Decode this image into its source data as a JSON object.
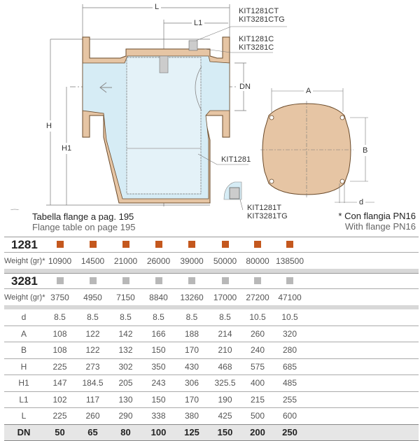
{
  "colors": {
    "bronze": "#e6c5a4",
    "bronze_dark": "#d4ae86",
    "water": "#d6ecf5",
    "model_1281": "#c4581e",
    "model_3281": "#b8b8b8",
    "dn_row_bg": "#e6e6e6"
  },
  "drawing": {
    "dimensions": {
      "L": "L",
      "L1": "L1",
      "DN": "DN",
      "H": "H",
      "H1": "H1",
      "A": "A",
      "B": "B",
      "d": "d"
    },
    "callouts": {
      "kit_ct_1": "KIT1281CT",
      "kit_ct_2": "KIT3281CTG",
      "kit_c_1": "KIT1281C",
      "kit_c_2": "KIT3281C",
      "kit_body": "KIT1281",
      "kit_t_1": "KIT1281T",
      "kit_t_2": "KIT3281TG"
    }
  },
  "notes": {
    "flange_it": "Tabella flange a pag. 195",
    "flange_en": "Flange table on page 195",
    "pn_it": "* Con flangia PN16",
    "pn_en": "With flange PN16"
  },
  "table": {
    "models": [
      {
        "code": "1281",
        "color_key": "model_1281",
        "weight_label": "Weight (gr)*",
        "weights": [
          "10900",
          "14500",
          "21000",
          "26000",
          "39000",
          "50000",
          "80000",
          "138500"
        ]
      },
      {
        "code": "3281",
        "color_key": "model_3281",
        "weight_label": "Weight (gr)*",
        "weights": [
          "3750",
          "4950",
          "7150",
          "8840",
          "13260",
          "17000",
          "27200",
          "47100"
        ]
      }
    ],
    "rows": [
      {
        "label": "d",
        "values": [
          "8.5",
          "8.5",
          "8.5",
          "8.5",
          "8.5",
          "8.5",
          "10.5",
          "10.5"
        ]
      },
      {
        "label": "A",
        "values": [
          "108",
          "122",
          "142",
          "166",
          "188",
          "214",
          "260",
          "320"
        ]
      },
      {
        "label": "B",
        "values": [
          "108",
          "122",
          "132",
          "150",
          "170",
          "210",
          "240",
          "280"
        ]
      },
      {
        "label": "H",
        "values": [
          "225",
          "273",
          "302",
          "350",
          "430",
          "468",
          "575",
          "685"
        ]
      },
      {
        "label": "H1",
        "values": [
          "147",
          "184.5",
          "205",
          "243",
          "306",
          "325.5",
          "400",
          "485"
        ]
      },
      {
        "label": "L1",
        "values": [
          "102",
          "117",
          "130",
          "150",
          "170",
          "190",
          "215",
          "255"
        ]
      },
      {
        "label": "L",
        "values": [
          "225",
          "260",
          "290",
          "338",
          "380",
          "425",
          "500",
          "600"
        ]
      }
    ],
    "dn": {
      "label": "DN",
      "values": [
        "50",
        "65",
        "80",
        "100",
        "125",
        "150",
        "200",
        "250"
      ]
    }
  }
}
